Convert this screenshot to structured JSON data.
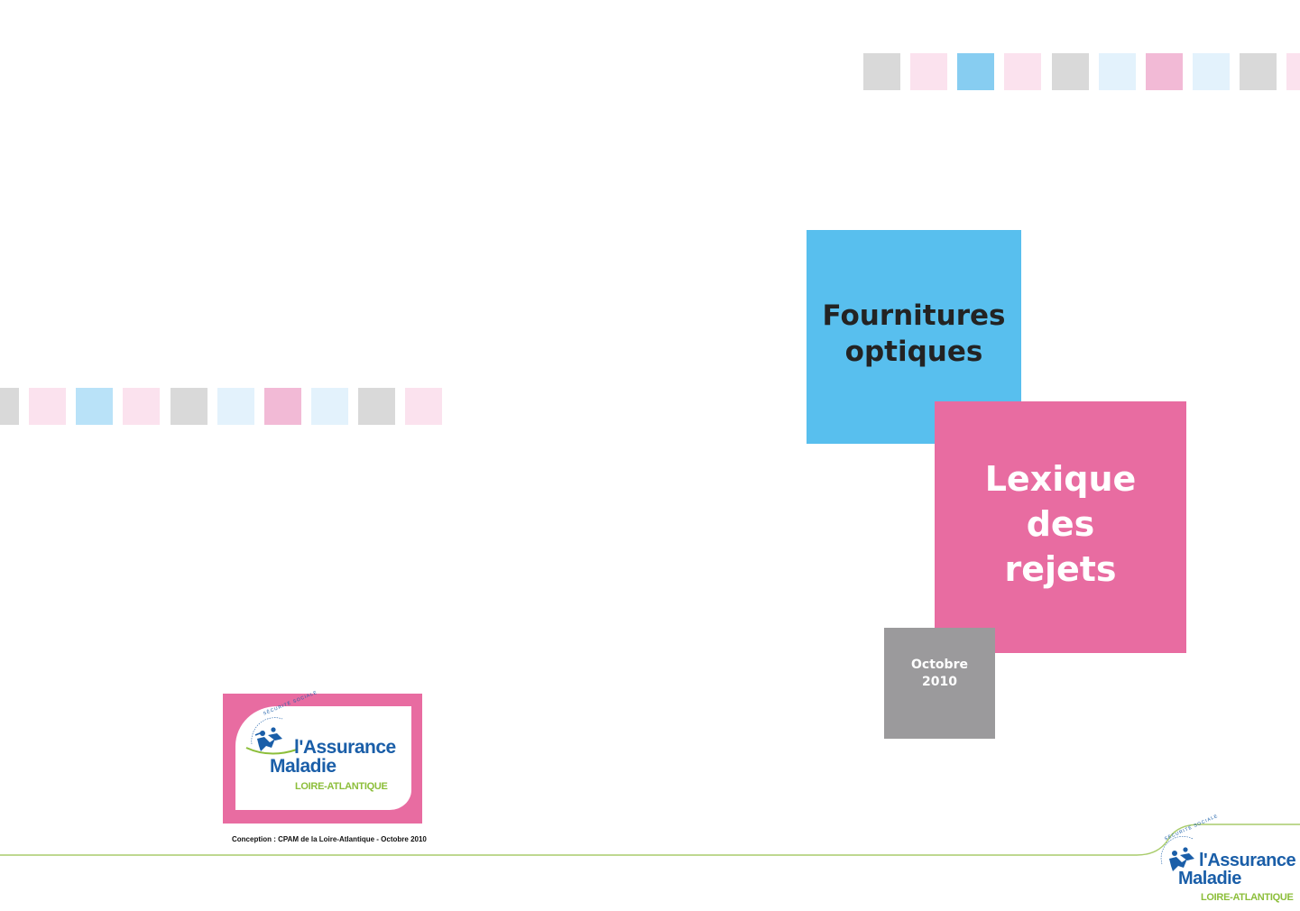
{
  "cover": {
    "title_lines": [
      "Fournitures",
      "optiques"
    ],
    "subtitle_lines": [
      "Lexique",
      "des",
      "rejets"
    ],
    "date_lines": [
      "Octobre",
      "2010"
    ]
  },
  "logo": {
    "line1": "l'Assurance",
    "line2": "Maladie",
    "region": "LOIRE-ATLANTIQUE",
    "arc_text": "SÉCURITÉ SOCIALE"
  },
  "credit": "Conception : CPAM de la Loire-Atlantique - Octobre 2010",
  "colors": {
    "blue": "#58bfee",
    "pink": "#e86ca1",
    "grey": "#9b9a9c",
    "brand_blue": "#1a5ea8",
    "brand_green": "#8cbe3a"
  }
}
